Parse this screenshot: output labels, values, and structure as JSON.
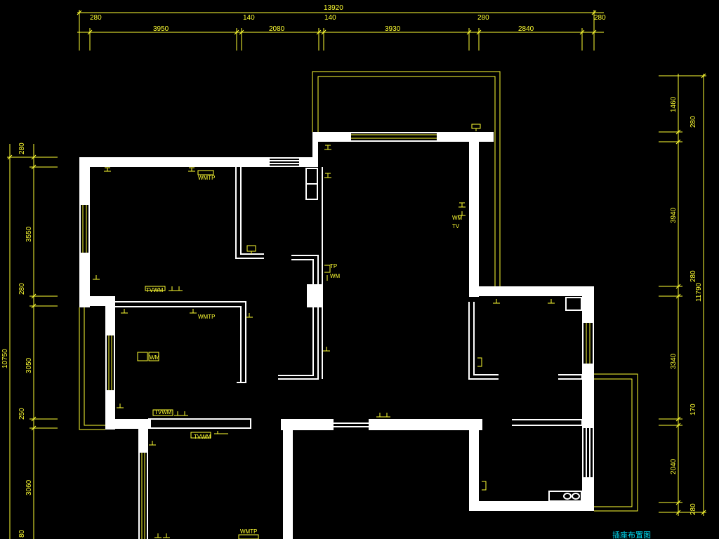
{
  "colors": {
    "background": "#000000",
    "walls": "#ffffff",
    "annotations": "#ffff33",
    "title": "#00e5ff"
  },
  "top_dims": {
    "overall": "13920",
    "segments": [
      "280",
      "3950",
      "140",
      "2080",
      "140",
      "3930",
      "280",
      "2840",
      "280"
    ]
  },
  "right_dims": {
    "overall": "11790",
    "segments": [
      "1460",
      "280",
      "3940",
      "280",
      "3340",
      "170",
      "2040",
      "280"
    ]
  },
  "left_dims": {
    "overall": "10750",
    "segments": [
      "280",
      "3550",
      "280",
      "3050",
      "250",
      "3060",
      "80"
    ]
  },
  "symbols": {
    "wmtp": "WMTP",
    "tvwm": "TVWM",
    "wm": "WM",
    "tv": "TV",
    "tp": "TP"
  },
  "drawing_title": "插座布置图"
}
